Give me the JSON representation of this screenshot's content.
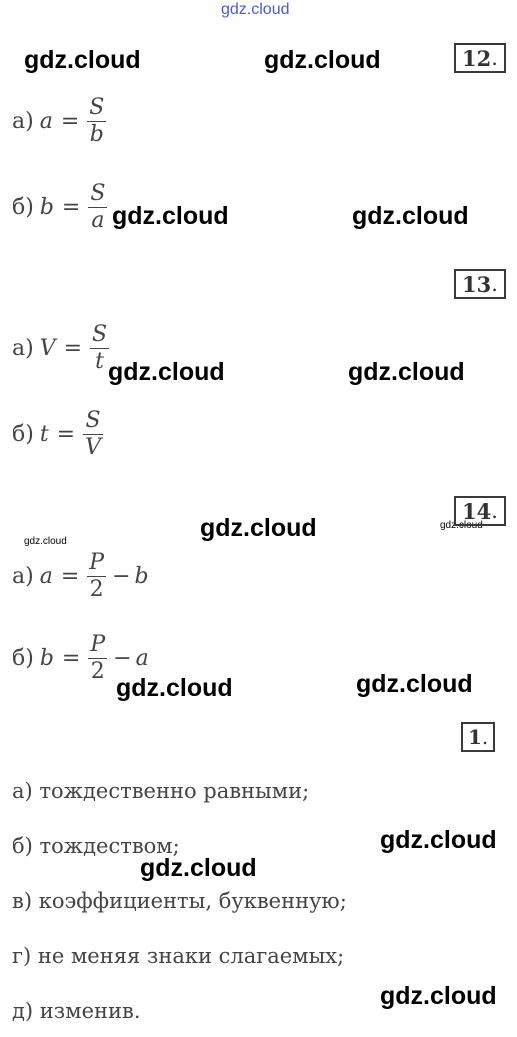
{
  "watermark_text": "gdz.cloud",
  "tasks": {
    "t12": {
      "number": "12",
      "a": {
        "label": "а)",
        "lhs": "a",
        "eq": "=",
        "num": "S",
        "den": "b"
      },
      "b": {
        "label": "б)",
        "lhs": "b",
        "eq": "=",
        "num": "S",
        "den": "a"
      }
    },
    "t13": {
      "number": "13",
      "a": {
        "label": "а)",
        "lhs": "V",
        "eq": "=",
        "num": "S",
        "den": "t"
      },
      "b": {
        "label": "б)",
        "lhs": "t",
        "eq": "=",
        "num": "S",
        "den": "V"
      }
    },
    "t14": {
      "number": "14",
      "a": {
        "label": "а)",
        "lhs": "a",
        "eq": "=",
        "num": "P",
        "den": "2",
        "minus": "−",
        "rest": "b"
      },
      "b": {
        "label": "б)",
        "lhs": "b",
        "eq": "=",
        "num": "P",
        "den": "2",
        "minus": "−",
        "rest": "a"
      }
    },
    "t1": {
      "number": "1",
      "answers": [
        "а) тождественно равными;",
        "б) тождеством;",
        "в) коэффициенты, буквенную;",
        "г) не меняя знаки слагаемых;",
        "д) изменив."
      ]
    }
  },
  "dot": "."
}
